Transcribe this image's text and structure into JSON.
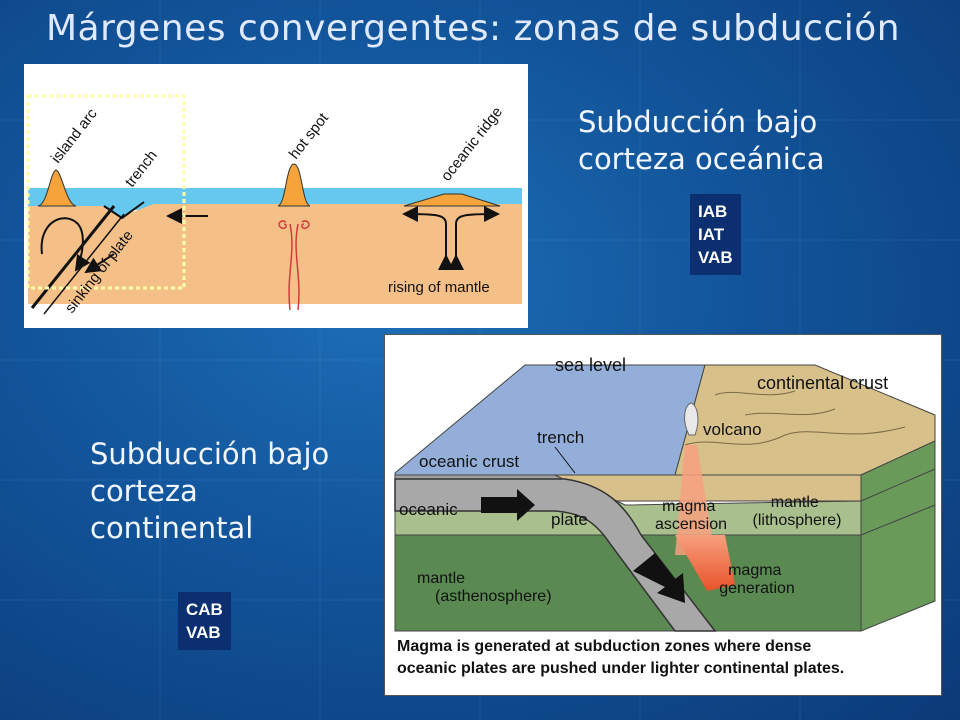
{
  "slide": {
    "title": "Márgenes convergentes: zonas de subducción",
    "subtitle_oceanic": [
      "Subducción bajo",
      "corteza oceánica"
    ],
    "subtitle_continental": [
      "Subducción bajo",
      "corteza",
      "continental"
    ],
    "tag_oceanic": [
      "IAB",
      "IAT",
      "VAB"
    ],
    "tag_continental": [
      "CAB",
      "VAB"
    ]
  },
  "diagram_oceanic": {
    "labels": {
      "island_arc": "island arc",
      "trench": "trench",
      "hot_spot": "hot spot",
      "oceanic_ridge": "oceanic ridge",
      "sinking_of_plate": "sinking of plate",
      "rising_of_mantle": "rising of mantle"
    }
  },
  "diagram_continental": {
    "labels": {
      "sea_level": "sea level",
      "continental_crust": "continental crust",
      "trench": "trench",
      "volcano": "volcano",
      "oceanic_crust": "oceanic crust",
      "oceanic": "oceanic",
      "plate": "plate",
      "magma_ascension": [
        "magma",
        "ascension"
      ],
      "mantle_lithosphere": [
        "mantle",
        "(lithosphere)"
      ],
      "mantle_asthenosphere": [
        "mantle",
        "(asthenosphere)"
      ],
      "magma_generation": [
        "magma",
        "generation"
      ]
    },
    "caption": [
      "Magma is generated at subduction zones where dense",
      "oceanic plates are pushed under lighter continental plates."
    ]
  },
  "colors": {
    "ocean": "#66c8ee",
    "mantle_orange": "#f4c088",
    "volcano_orange": "#f4a43a",
    "sea_blue": "#93afd9",
    "crust_tan": "#d8c08a",
    "lithosphere_green": "#a9c08e",
    "asthenosphere_green": "#5a8a52",
    "plate_gray": "#a8a8a8",
    "magma_red": "#e8532a"
  }
}
